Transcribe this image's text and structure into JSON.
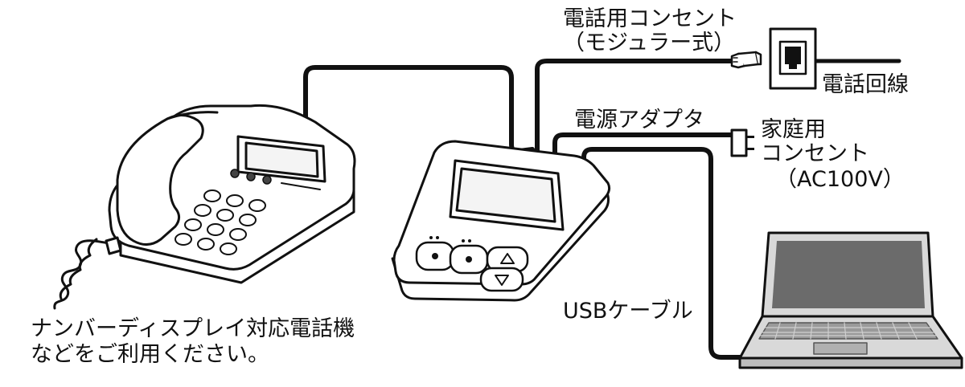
{
  "labels": {
    "phone_outlet_line1": "電話用コンセント",
    "phone_outlet_line2": "（モジュラー式）",
    "phone_line": "電話回線",
    "power_adapter": "電源アダプタ",
    "home_outlet_line1": "家庭用",
    "home_outlet_line2": "コンセント",
    "home_outlet_line3": "（AC100V）",
    "usb_cable": "USBケーブル",
    "telephone_line1": "ナンバーディスプレイ対応電話機",
    "telephone_line2": "などをご利用ください。"
  },
  "colors": {
    "stroke": "#111111",
    "screen": "#f4f4f4",
    "laptop_body": "#d9d9d9",
    "laptop_screen": "#6b6b6b"
  },
  "icons": {
    "telephone": "desk-telephone-icon",
    "device": "caller-id-device-icon",
    "laptop": "laptop-icon",
    "jack": "modular-wall-jack-icon",
    "plug": "modular-plug-icon",
    "adapter": "power-adapter-plug-icon"
  }
}
